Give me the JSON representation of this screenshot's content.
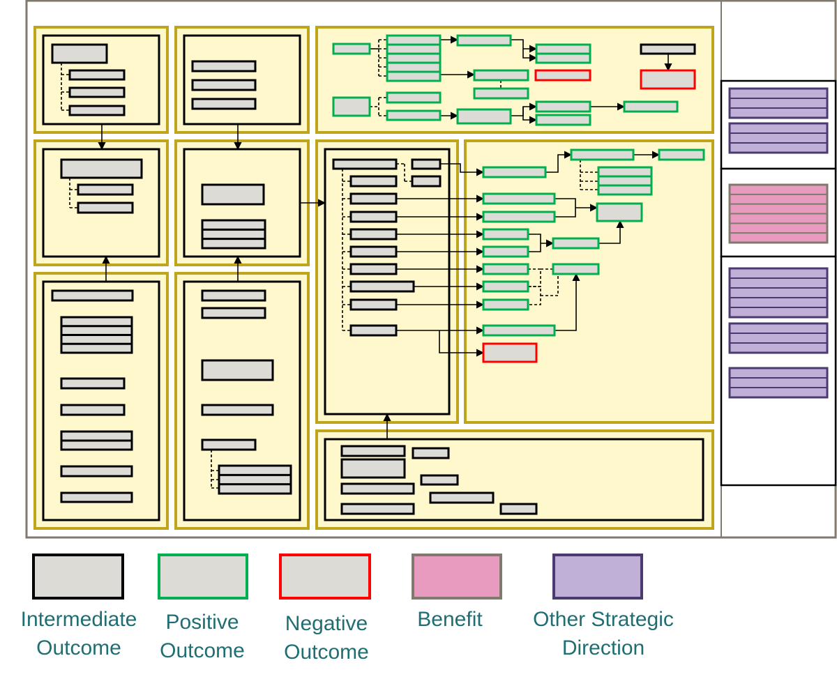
{
  "legend": {
    "items": [
      {
        "key": "intermediate",
        "label_line1": "Intermediate",
        "label_line2": "Outcome",
        "border": "#000000",
        "fill": "#dcdbd6"
      },
      {
        "key": "positive",
        "label_line1": "Positive",
        "label_line2": "Outcome",
        "border": "#00b050",
        "fill": "#dcdbd6"
      },
      {
        "key": "negative",
        "label_line1": "Negative",
        "label_line2": "Outcome",
        "border": "#ff0000",
        "fill": "#dcdbd6"
      },
      {
        "key": "benefit",
        "label_line1": "Benefit",
        "label_line2": "",
        "border": "#7f7a6d",
        "fill": "#e89abf"
      },
      {
        "key": "other",
        "label_line1": "Other Strategic",
        "label_line2": "Direction",
        "border": "#4b3a72",
        "fill": "#c0b0d8"
      }
    ]
  },
  "colors": {
    "panel_fill": "#fff8cc",
    "panel_border": "#bfa51e",
    "frame_border": "#7f7a6d",
    "legend_text": "#1f6e72",
    "connector": "#000000"
  }
}
